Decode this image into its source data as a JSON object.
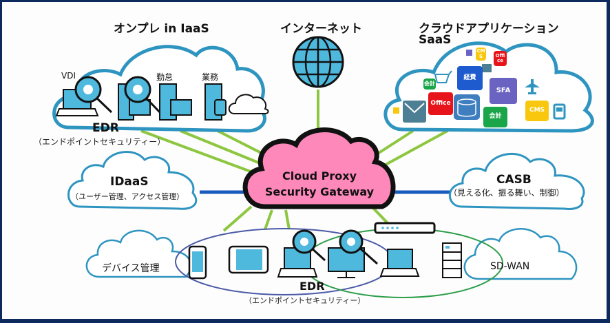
{
  "diagram": {
    "center": {
      "line1": "Cloud Proxy",
      "line2": "Security Gateway",
      "fill": "#ff88bb"
    },
    "onprem": {
      "title": "オンプレ in IaaS",
      "items": [
        "VDI",
        "勤怠",
        "業務"
      ],
      "edr_title": "EDR",
      "edr_sub": "（エンドポイントセキュリティー）"
    },
    "internet": {
      "title": "インターネット"
    },
    "saas": {
      "title_line1": "クラウドアプリケーション",
      "title_line2": "SaaS",
      "apps": {
        "cms_small": "CM S",
        "office_small": "Offi ce",
        "keihi": "経費",
        "kaikei_small": "会計",
        "sfa": "SFA",
        "office": "Office",
        "kaikei": "会計",
        "cms": "CMS"
      }
    },
    "idaas": {
      "title": "IDaaS",
      "sub": "（ユーザー管理、アクセス管理）"
    },
    "casb": {
      "title": "CASB",
      "sub": "（見える化、振る舞い、制御）"
    },
    "device": {
      "label": "デバイス管理"
    },
    "edr_bottom": {
      "title": "EDR",
      "sub": "（エンドポイントセキュリティー）"
    },
    "sdwan": {
      "label": "SD-WAN"
    },
    "colors": {
      "cloud_outline": "#2e94c0",
      "connector_green": "#8dc63f",
      "connector_blue": "#1a5bbf",
      "device_fill": "#4fb8dd",
      "frame": "#0d2a5e"
    }
  }
}
